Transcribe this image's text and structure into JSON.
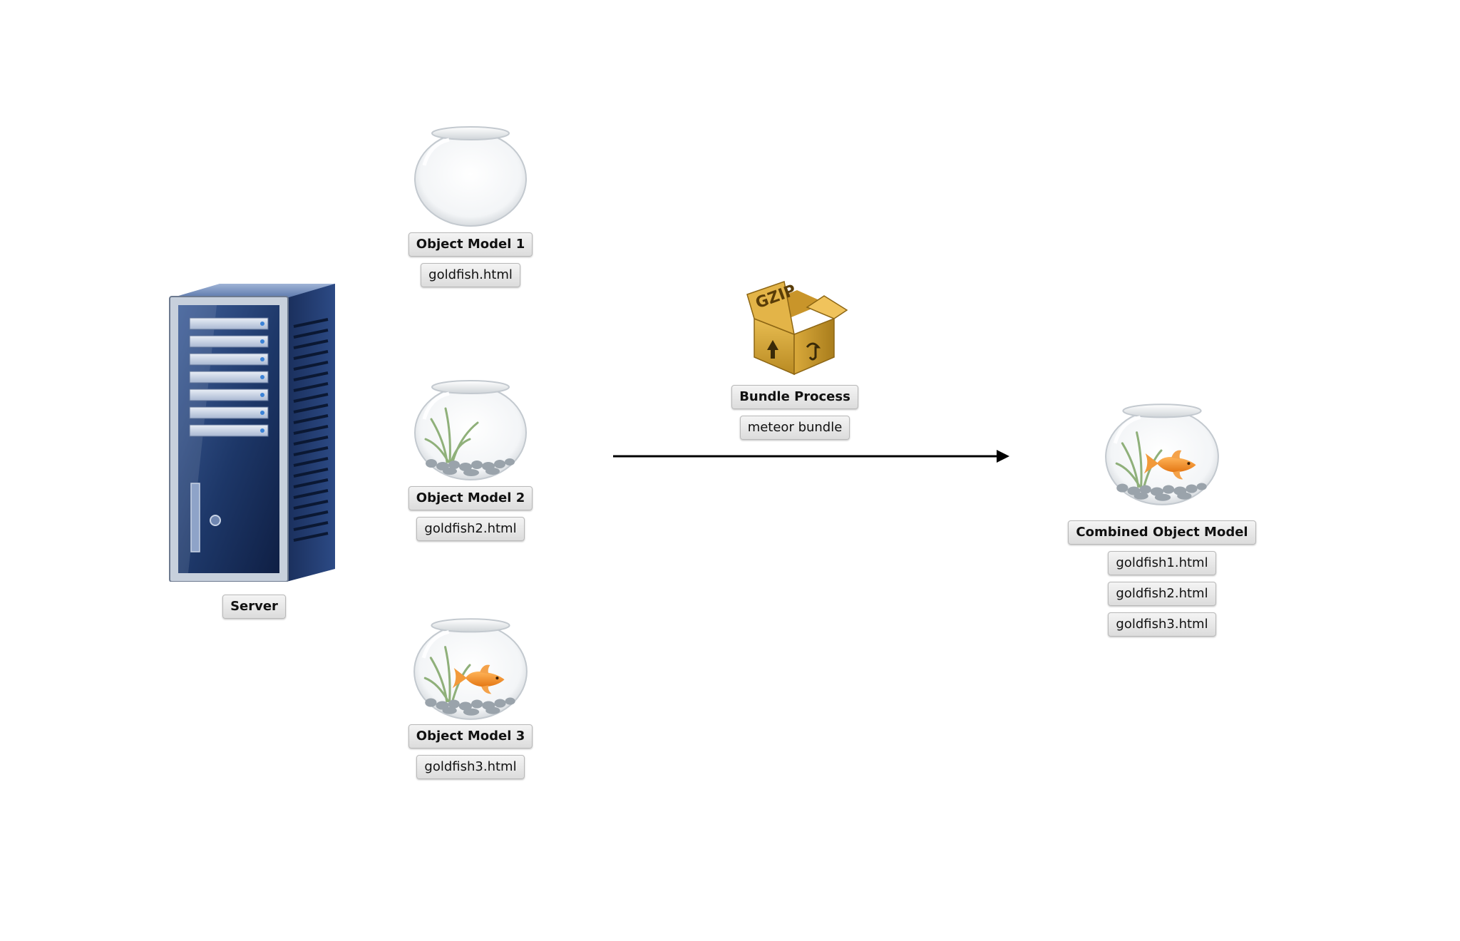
{
  "server": {
    "label": "Server"
  },
  "object_models": [
    {
      "title": "Object Model 1",
      "file": "goldfish.html"
    },
    {
      "title": "Object Model 2",
      "file": "goldfish2.html"
    },
    {
      "title": "Object Model 3",
      "file": "goldfish3.html"
    }
  ],
  "bundle": {
    "title": "Bundle Process",
    "command": "meteor bundle",
    "box_text": "GZIP"
  },
  "combined": {
    "title": "Combined Object Model",
    "files": [
      "goldfish1.html",
      "goldfish2.html",
      "goldfish3.html"
    ]
  },
  "colors": {
    "server_blue": "#1f3a6e",
    "box_gold": "#d6a838",
    "goldfish_orange": "#f08a24",
    "tag_bg": "#e6e6e6"
  },
  "icons": {
    "server": "server-tower-icon",
    "bowl_empty": "empty-fishbowl-icon",
    "bowl_plant": "fishbowl-with-plant-icon",
    "bowl_fish": "fishbowl-with-goldfish-icon",
    "package": "gzip-package-icon"
  }
}
